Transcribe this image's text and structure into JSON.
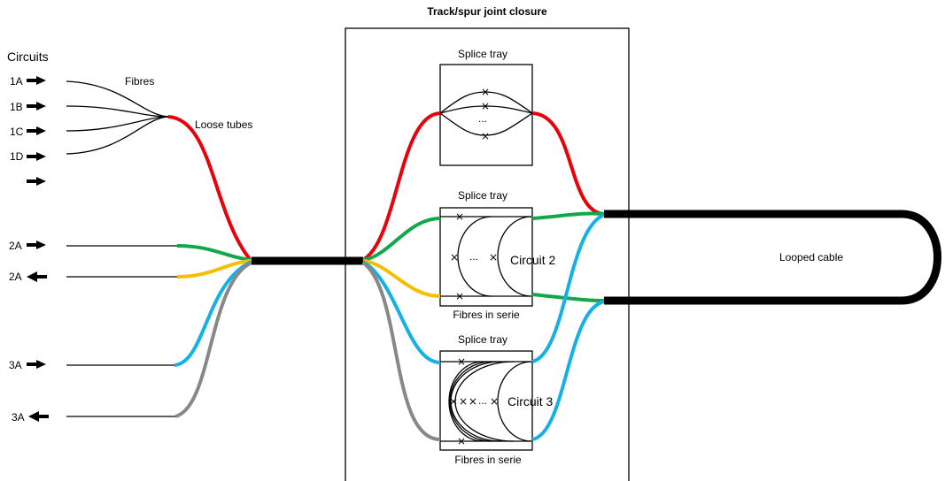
{
  "labels": {
    "circuits": "Circuits",
    "fibres": "Fibres",
    "loose_tubes": "Loose tubes",
    "closure_title": "Track/spur  joint  closure",
    "splice_tray": "Splice tray",
    "circuit2": "Circuit 2",
    "circuit3": "Circuit 3",
    "fibres_in_serie": "Fibres in serie",
    "looped_cable": "Looped cable",
    "ellipsis": "...",
    "x_mark": "×"
  },
  "circuit_ids": {
    "c1a": "1A",
    "c1b": "1B",
    "c1c": "1C",
    "c1d": "1D",
    "c2a_in": "2A",
    "c2a_out": "2A",
    "c3a_in": "3A",
    "c3a_out": "3A"
  },
  "colors": {
    "red": "#e8000a",
    "green": "#12a84a",
    "yellow": "#f5bf00",
    "blue": "#14b0e6",
    "grey": "#888888",
    "cable": "#000000"
  }
}
